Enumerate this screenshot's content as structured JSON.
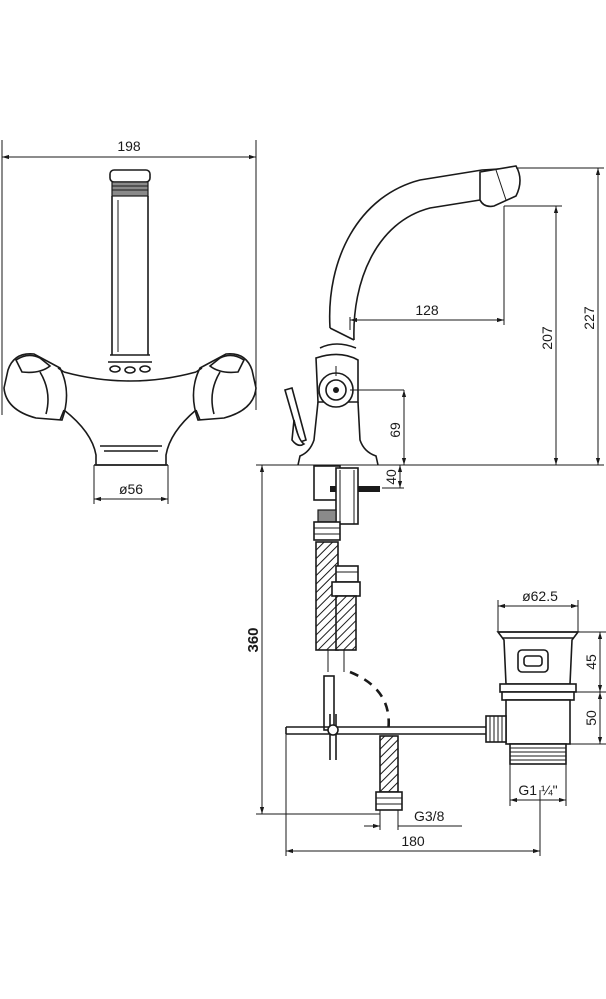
{
  "dimensions": {
    "front_width": "198",
    "base_diameter": "ø56",
    "spout_reach": "128",
    "spout_height": "207",
    "total_height": "227",
    "lever_height": "69",
    "deck_thickness": "40",
    "total_depth": "360",
    "waste_diameter": "ø62.5",
    "waste_head_height": "45",
    "waste_body_height": "50",
    "waste_thread": "G1 ¼\"",
    "hose_thread": "G3/8",
    "rod_length": "180"
  },
  "colors": {
    "line": "#1a1a1a",
    "background": "#ffffff",
    "hatch": "#8a8a8a"
  }
}
